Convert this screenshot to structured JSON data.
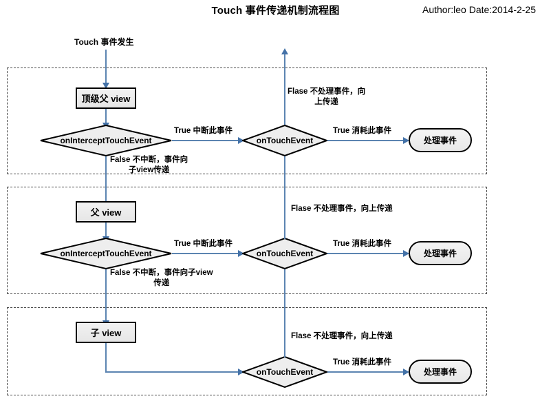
{
  "header": {
    "title": "Touch 事件传递机制流程图",
    "author_date": "Author:leo  Date:2014-2-25"
  },
  "start": {
    "label": "Touch 事件发生"
  },
  "lanes": [
    {
      "id": "top-parent-lane",
      "view_label": "顶级父  view",
      "intercept_label": "onInterceptTouchEvent",
      "touch_label": "onTouchEvent",
      "handle_label": "处理事件",
      "intercept_true_label": "True  中断此事件",
      "intercept_false_label": "False  不中断，事件向\n子view传递",
      "touch_true_label": "True  消耗此事件",
      "touch_false_label": "Flase  不处理事件，向\n上传递"
    },
    {
      "id": "parent-lane",
      "view_label": "父  view",
      "intercept_label": "onInterceptTouchEvent",
      "touch_label": "onTouchEvent",
      "handle_label": "处理事件",
      "intercept_true_label": "True  中断此事件",
      "intercept_false_label": "False  不中断，事件向子view\n传递",
      "touch_true_label": "True  消耗此事件",
      "touch_false_label": "Flase  不处理事件，向上传递"
    },
    {
      "id": "child-lane",
      "view_label": "子  view",
      "touch_label": "onTouchEvent",
      "handle_label": "处理事件",
      "touch_true_label": "True  消耗此事件",
      "touch_false_label": "Flase  不处理事件，向上传递"
    }
  ],
  "colors": {
    "connector": "#5b84b1",
    "arrowhead": "#4472a8",
    "lane_border": "#4a4a4a",
    "node_border": "#000000",
    "node_fill": "#eeeeee"
  }
}
